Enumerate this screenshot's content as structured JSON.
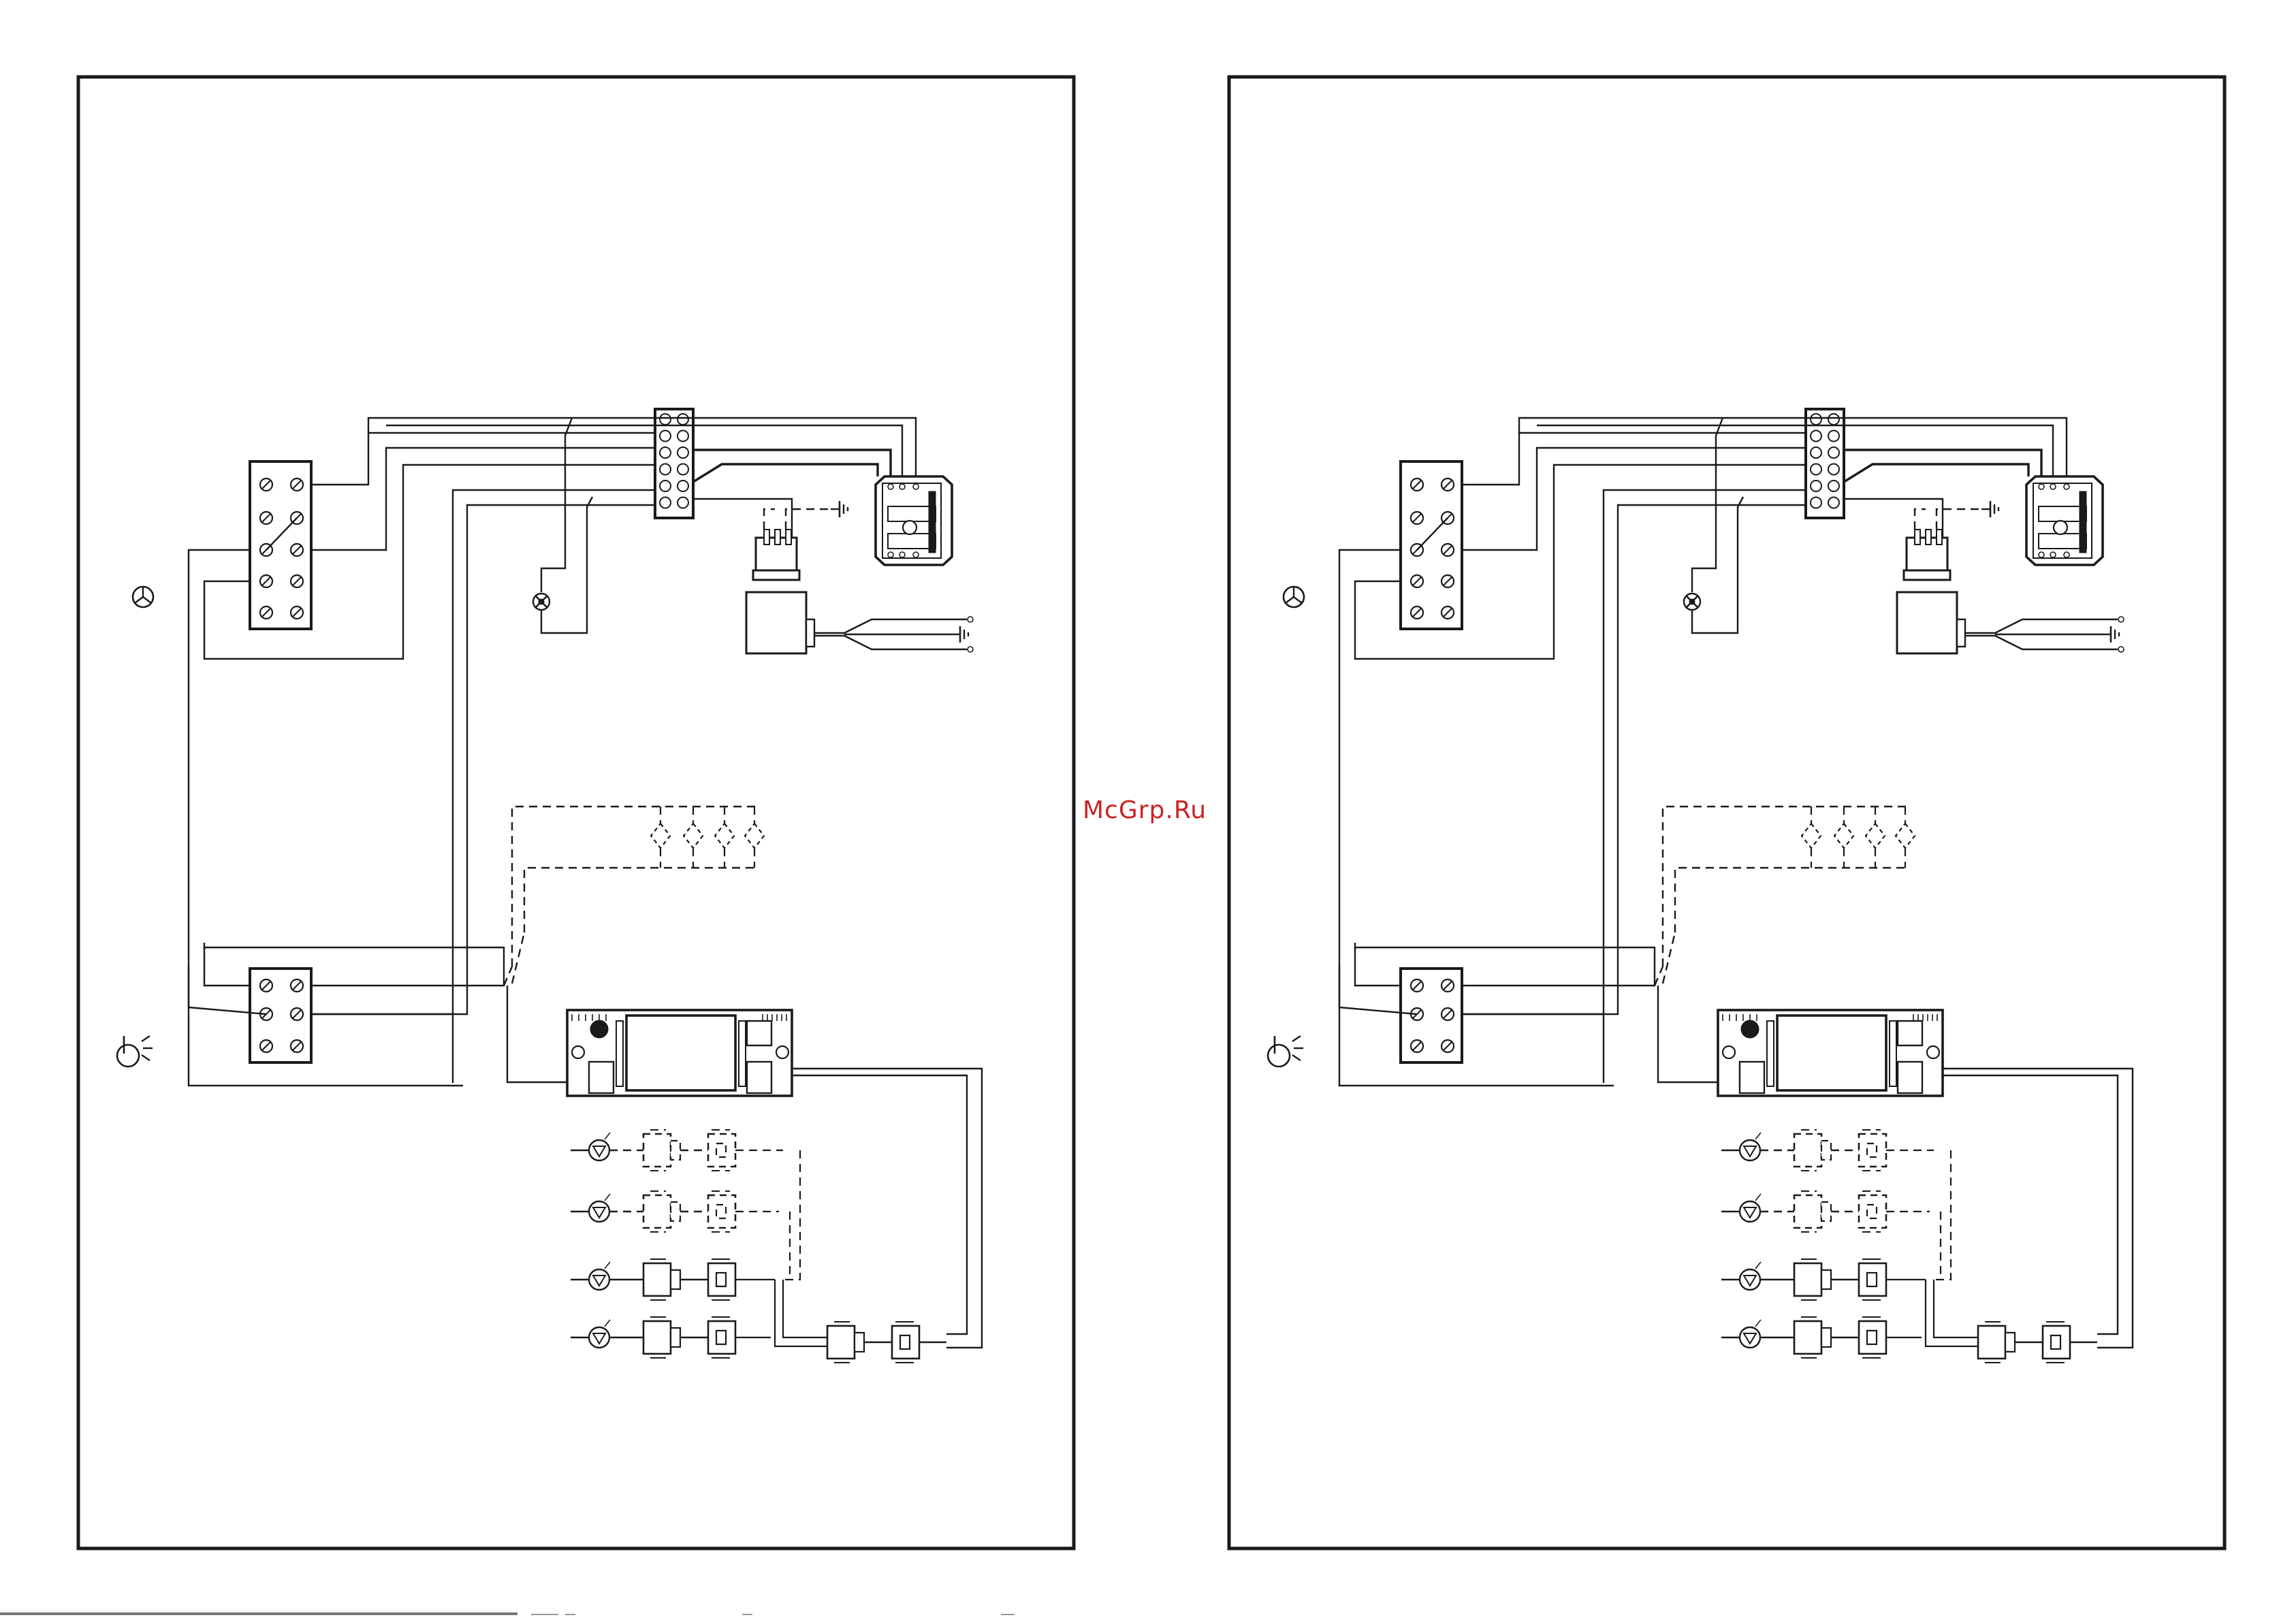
{
  "document": {
    "type": "wiring diagram",
    "panels": [
      "left-panel",
      "right-panel"
    ],
    "colors": {
      "line": "#1a1a1a",
      "paper": "#ffffff",
      "watermark": "#cc2222"
    }
  },
  "watermark": {
    "text": "McGrp.Ru"
  },
  "icons": [
    "fan-icon",
    "ignition-lamp-icon",
    "light-bulb-icon",
    "ground-icon",
    "terminal-block",
    "relay-module",
    "socket-connector"
  ]
}
